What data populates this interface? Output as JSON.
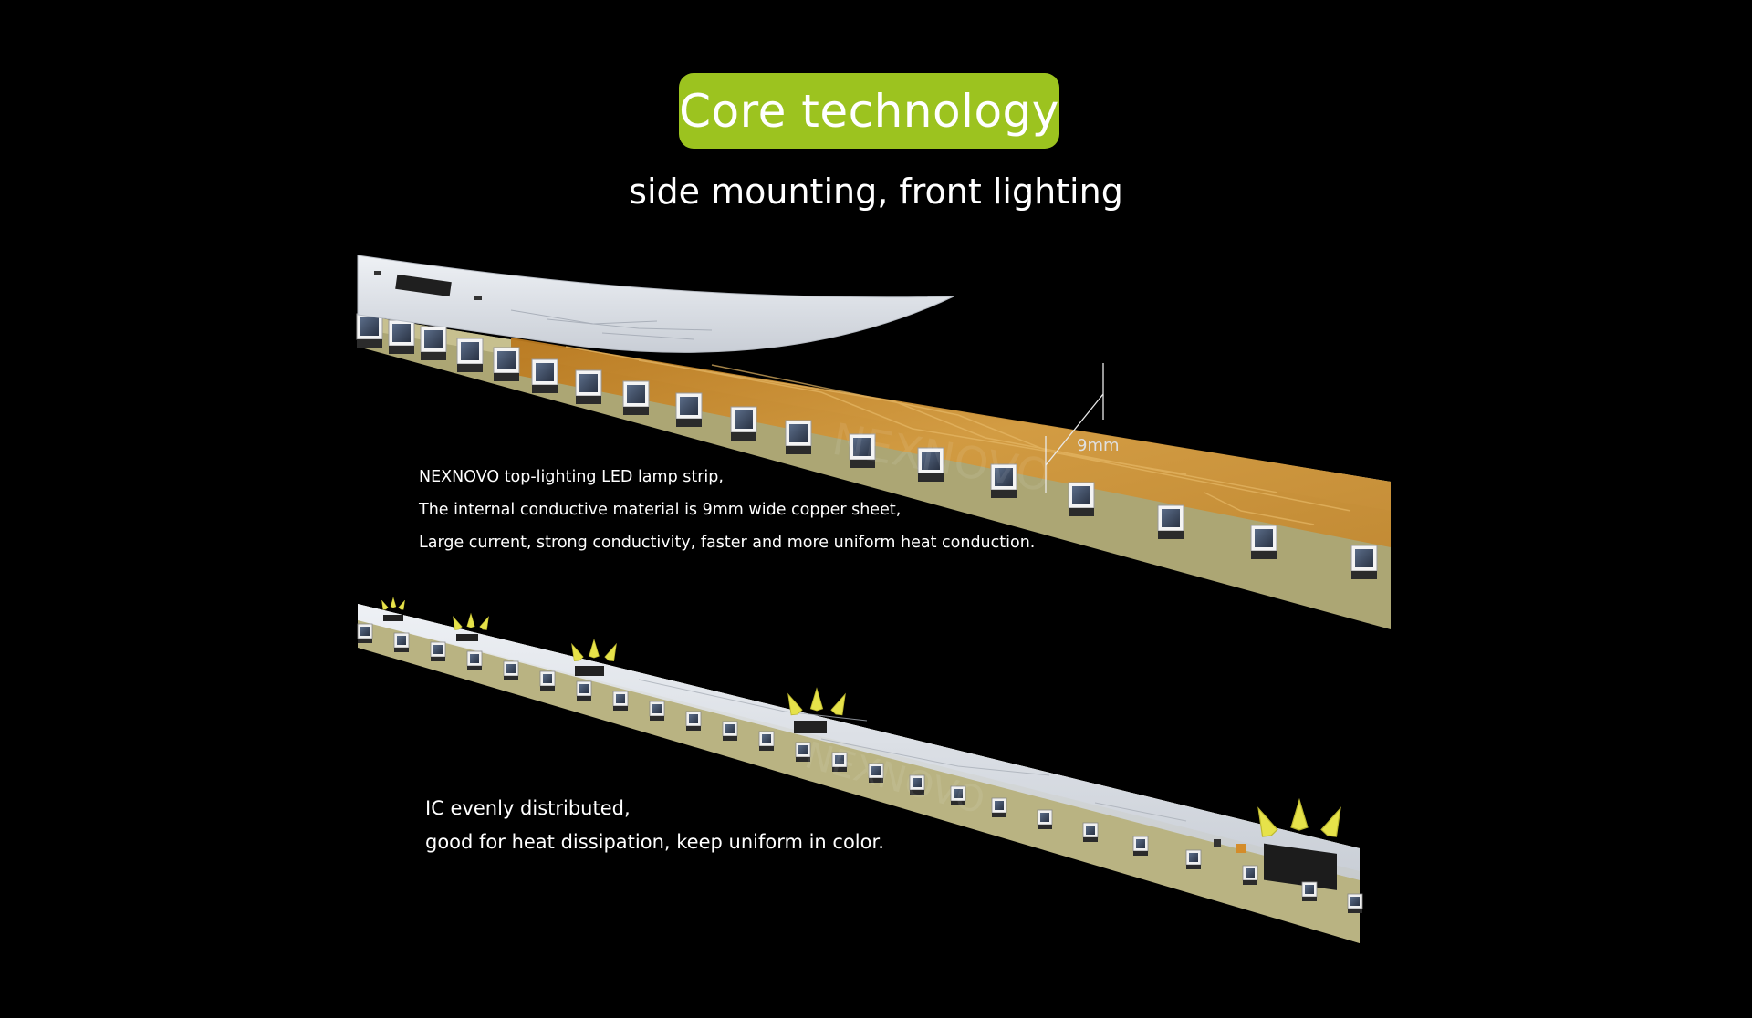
{
  "header": {
    "badge_label": "Core technology",
    "subtitle": "side mounting, front lighting"
  },
  "strip_top": {
    "dimension_label": "9mm",
    "watermark": "NEXNOVO",
    "description": [
      "NEXNOVO top-lighting LED lamp strip,",
      "The internal conductive material is 9mm wide copper sheet,",
      "Large current, strong conductivity, faster and more uniform heat conduction."
    ]
  },
  "strip_bottom": {
    "watermark": "NEXNOVO",
    "description": [
      "IC evenly distributed,",
      "good for heat dissipation, keep uniform in color."
    ]
  },
  "colors": {
    "badge_bg": "#9cc31f",
    "copper": "#c98a2a",
    "pcb_white": "#e3e7ee",
    "substrate": "#b3ad7c",
    "arrow_yellow": "#e6e24a"
  }
}
